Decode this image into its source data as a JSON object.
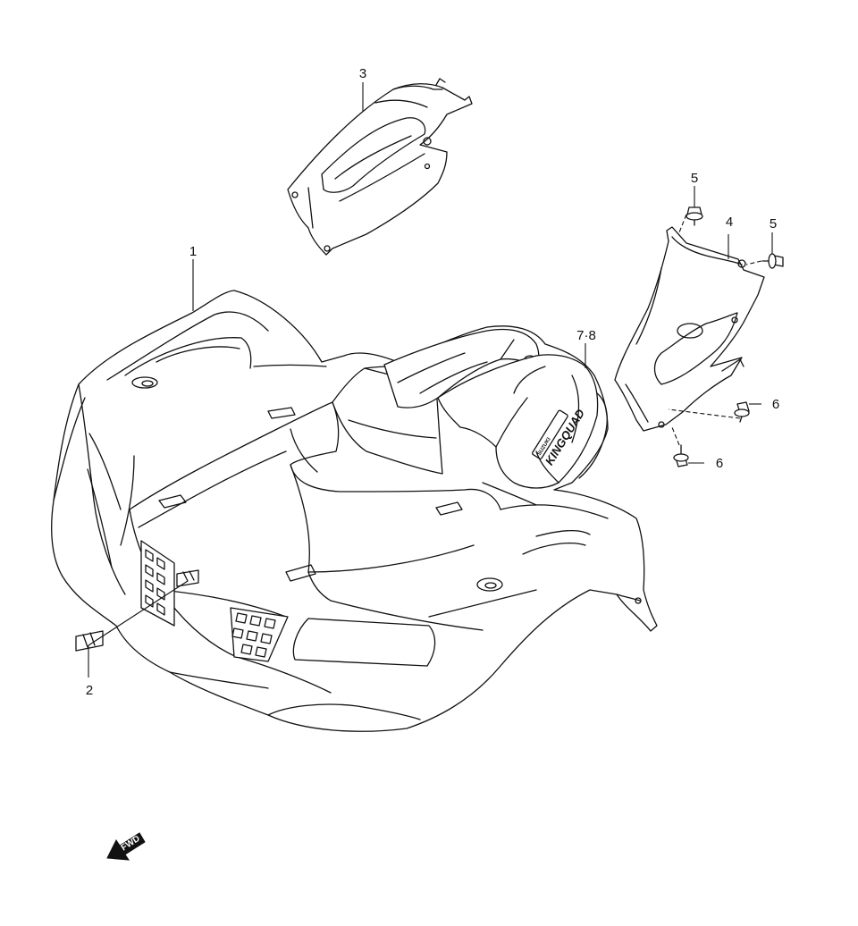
{
  "diagram": {
    "callouts": [
      {
        "id": "1",
        "label": "1"
      },
      {
        "id": "2",
        "label": "2"
      },
      {
        "id": "3",
        "label": "3"
      },
      {
        "id": "4",
        "label": "4"
      },
      {
        "id": "5a",
        "label": "5"
      },
      {
        "id": "5b",
        "label": "5"
      },
      {
        "id": "6a",
        "label": "6"
      },
      {
        "id": "6b",
        "label": "6"
      },
      {
        "id": "78",
        "label": "7·8"
      }
    ],
    "logo": {
      "brand": "SUZUKI",
      "model": "KINGQUAD"
    },
    "direction_arrow": {
      "label": "FWD"
    }
  }
}
